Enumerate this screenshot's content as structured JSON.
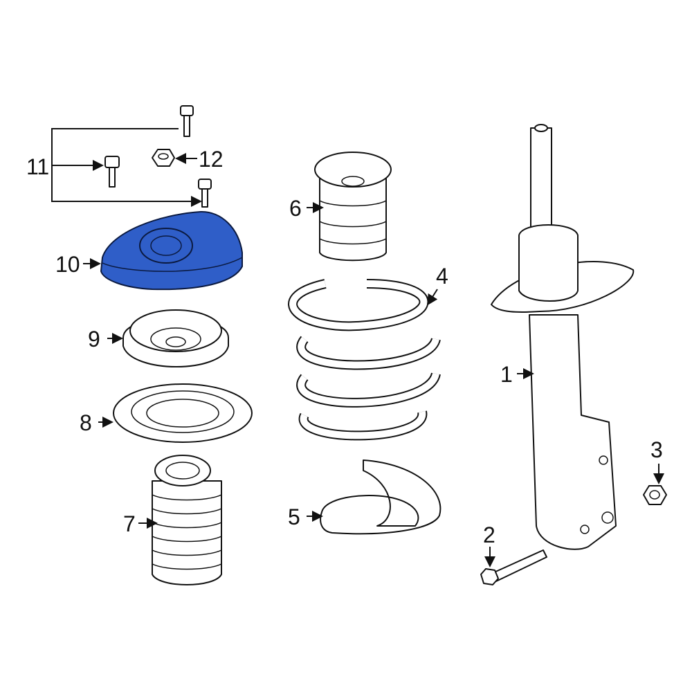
{
  "diagram": {
    "highlight_color": "#2f5ec8",
    "highlighted_part": "10",
    "callouts": {
      "p1": "1",
      "p2": "2",
      "p3": "3",
      "p4": "4",
      "p5": "5",
      "p6": "6",
      "p7": "7",
      "p8": "8",
      "p9": "9",
      "p10": "10",
      "p11": "11",
      "p12": "12"
    }
  }
}
